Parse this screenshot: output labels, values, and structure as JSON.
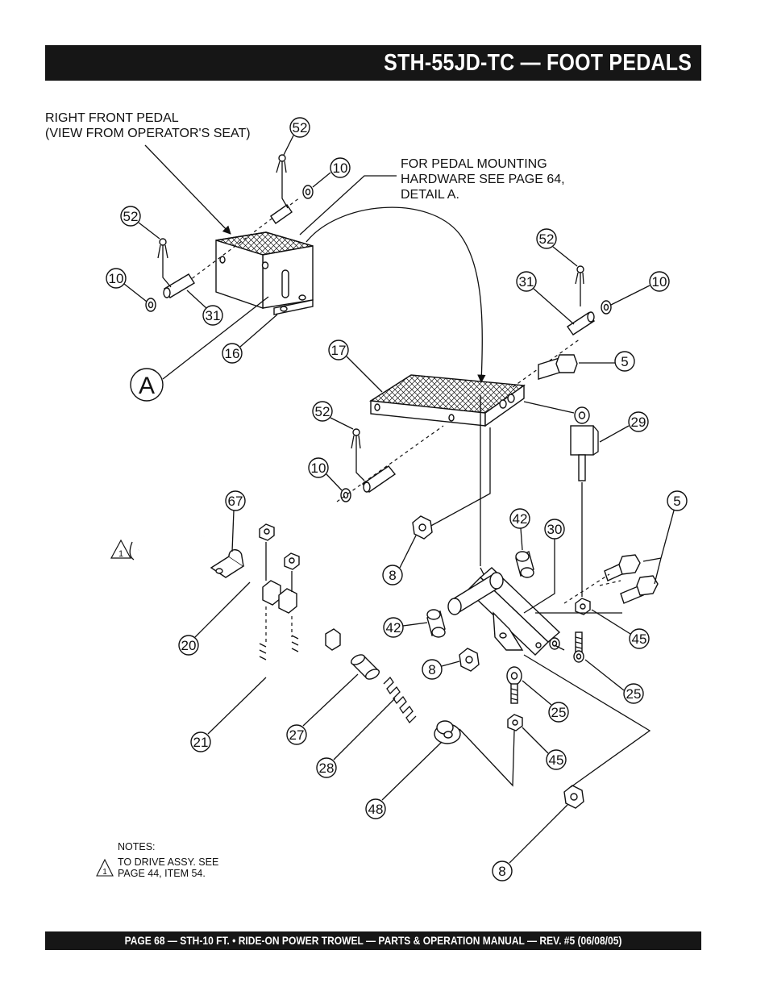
{
  "header": {
    "title": "STH-55JD-TC — FOOT PEDALS"
  },
  "footer": {
    "text": "PAGE 68 — STH-10 FT. • RIDE-ON POWER TROWEL — PARTS & OPERATION MANUAL — REV. #5 (06/08/05)"
  },
  "captions": {
    "right_front_pedal_1": "RIGHT FRONT PEDAL",
    "right_front_pedal_2": "(VIEW FROM OPERATOR'S  SEAT)",
    "mounting_1": "FOR PEDAL MOUNTING",
    "mounting_2": "HARDWARE SEE PAGE 64,",
    "mounting_3": "DETAIL A.",
    "detail": "A"
  },
  "notes": {
    "title": "NOTES:",
    "marker": "1",
    "line1": "TO DRIVE ASSY. SEE",
    "line2": "PAGE 44, ITEM 54."
  },
  "callouts": [
    {
      "id": "c52a",
      "label": "52"
    },
    {
      "id": "c10a",
      "label": "10"
    },
    {
      "id": "c52b",
      "label": "52"
    },
    {
      "id": "c10b",
      "label": "10"
    },
    {
      "id": "c31a",
      "label": "31"
    },
    {
      "id": "c16",
      "label": "16"
    },
    {
      "id": "c52c",
      "label": "52"
    },
    {
      "id": "c31b",
      "label": "31"
    },
    {
      "id": "c10c",
      "label": "10"
    },
    {
      "id": "c17",
      "label": "17"
    },
    {
      "id": "c5a",
      "label": "5"
    },
    {
      "id": "c29",
      "label": "29"
    },
    {
      "id": "c52d",
      "label": "52"
    },
    {
      "id": "c10d",
      "label": "10"
    },
    {
      "id": "c67",
      "label": "67"
    },
    {
      "id": "c5b",
      "label": "5"
    },
    {
      "id": "c42a",
      "label": "42"
    },
    {
      "id": "c30",
      "label": "30"
    },
    {
      "id": "c8a",
      "label": "8"
    },
    {
      "id": "c20",
      "label": "20"
    },
    {
      "id": "c42b",
      "label": "42"
    },
    {
      "id": "c45a",
      "label": "45"
    },
    {
      "id": "c8b",
      "label": "8"
    },
    {
      "id": "c25a",
      "label": "25"
    },
    {
      "id": "c25b",
      "label": "25"
    },
    {
      "id": "c21",
      "label": "21"
    },
    {
      "id": "c27",
      "label": "27"
    },
    {
      "id": "c28",
      "label": "28"
    },
    {
      "id": "c45b",
      "label": "45"
    },
    {
      "id": "c48",
      "label": "48"
    },
    {
      "id": "c8c",
      "label": "8"
    }
  ]
}
